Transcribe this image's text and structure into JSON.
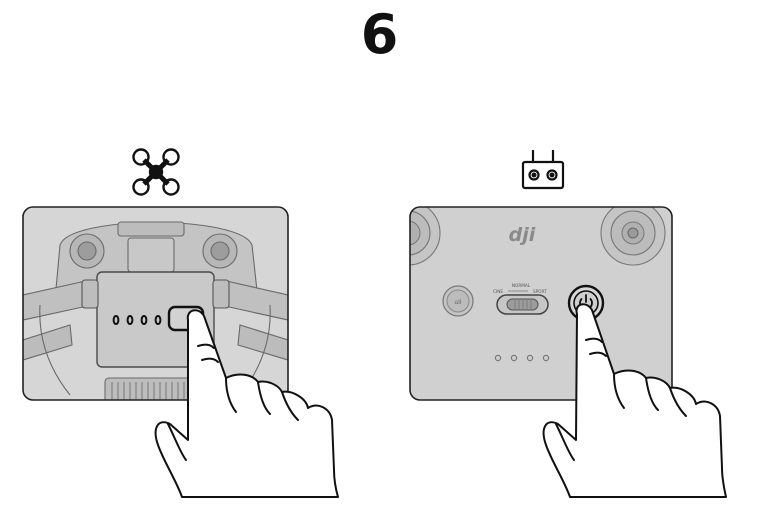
{
  "step": {
    "number": "6"
  },
  "aircraft_panel": {
    "icon": "drone-icon",
    "battery_led_count": 4,
    "action": "press power button"
  },
  "controller_panel": {
    "icon": "remote-controller-icon",
    "brand_logo": "dji",
    "flight_mode": {
      "top": "NORMAL",
      "left": "CINE",
      "right": "SPORT"
    },
    "battery_led_count": 4,
    "action": "press power button"
  },
  "colors": {
    "ink": "#1a1a1a",
    "panel_gray": "#cfcfcf",
    "panel_dark": "#bdbdbd",
    "hand": "#ffffff"
  }
}
